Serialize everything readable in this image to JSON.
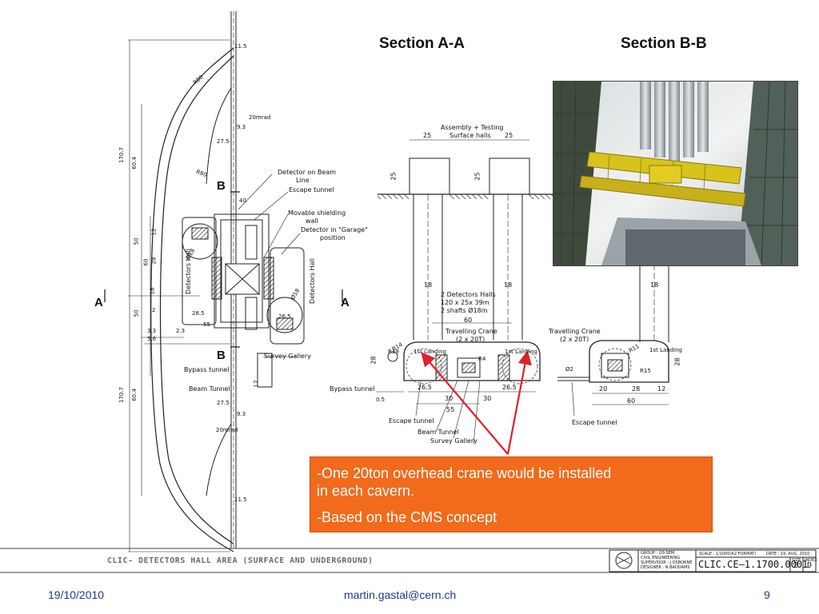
{
  "titles": {
    "section_aa": "Section A-A",
    "section_bb": "Section B-B"
  },
  "plan": {
    "labels": {
      "r80_top": "R80",
      "r80_mid": "R80",
      "mrad_top": "20mrad",
      "mrad_bottom": "20mrad",
      "dim_11_5_top": "11.5",
      "dim_11_5_bottom": "11.5",
      "dim_9_3_top": "9.3",
      "dim_9_3_bottom": "9.3",
      "dim_27_5_top": "27.5",
      "dim_27_5_bottom": "27.5",
      "dim_170_7_top": "170.7",
      "dim_170_7_bottom": "170.7",
      "dim_60_4_top": "60.4",
      "dim_60_4_bottom": "60.4",
      "dim_50_top": "50",
      "dim_50_bottom": "50",
      "dim_28": "28",
      "dim_18": "18",
      "dim_60": "60",
      "dim_12": "12",
      "dim_2": "2",
      "dim_28_5": "28.5",
      "dim_55": "55",
      "dim_3_3": "3.3",
      "dim_5_6": "5.6",
      "dim_2_3": "2.3",
      "dim_26_5": "26.5",
      "dim_17": "17",
      "dim_40": "40",
      "phi_18_left": "Ø18",
      "phi_18_right": "Ø18",
      "section_a_left": "A",
      "section_a_right": "A",
      "section_b_top": "B",
      "section_b_bottom": "B",
      "detector_on_beam": "Detector on Beam",
      "line": "Line",
      "escape_tunnel": "Escape tunnel",
      "movable_shielding": "Movable shielding",
      "wall": "wall",
      "detector_garage": "Detector in \"Garage\"",
      "position": "position",
      "detectors_hall_left": "Detectors Hall",
      "detectors_hall_right": "Detectors Hall",
      "survey_gallery": "Survey Gallery",
      "bypass_tunnel": "Bypass tunnel",
      "beam_tunnel": "Beam Tunnel"
    }
  },
  "section_aa": {
    "labels": {
      "assembly": "Assembly + Testing",
      "surface_halls": "Surface halls",
      "dim_25_a": "25",
      "dim_25_b": "25",
      "dim_25_vl": "25",
      "dim_25_vr": "25",
      "dim_18_l": "18",
      "dim_18_r": "18",
      "halls_note_1": "2 Detectors Halls",
      "halls_note_2": "120 x 25x 39m",
      "halls_note_3": "2 shafts Ø18m",
      "dim_60": "60",
      "travelling_crane": "Travelling Crane",
      "crane_cap": "(2 x 20T)",
      "r14": "R14",
      "r4": "R4",
      "ist_left": "1st Landing",
      "ist_right": "1st Landing",
      "dim_26_5_l": "26.5",
      "dim_30_l": "30",
      "dim_30_r": "30",
      "dim_26_5_r": "26.5",
      "dim_55": "55",
      "dim_28": "28",
      "dim_0_5": "0.5",
      "r39": "R39",
      "bypass_tunnel": "Bypass tunnel",
      "escape_tunnel": "Escape tunnel",
      "beam_tunnel": "Beam Tunnel",
      "survey_gallery": "Survey Gallery"
    }
  },
  "section_bb": {
    "labels": {
      "dim_18": "18",
      "travelling_crane": "Travelling Crane",
      "crane_cap": "(2 x 20T)",
      "r11": "R11",
      "ist": "1st Landing",
      "r15": "R15",
      "dim_28": "28",
      "phi_2": "Ø2",
      "dim_20": "20",
      "dim_28_h": "28",
      "dim_12": "12",
      "dim_60": "60",
      "escape_tunnel": "Escape tunnel"
    }
  },
  "callout": {
    "line1": "-One 20ton overhead crane would be installed",
    "line2": "in each cavern.",
    "line3": "-Based on the CMS concept"
  },
  "titleblock": {
    "title": "CLIC- DETECTORS HALL AREA (SURFACE AND UNDERGROUND)",
    "group": "GROUP : GS-SEM",
    "civil": "CIVIL ENGINEERING",
    "supervisor": "SUPERVISOR : J.OSBORNE",
    "designer": "DESIGNER : N.BADDAMS",
    "scale": "SCALE : 1/1000(A2 FORMAT)",
    "date": "DATE : 19. AUG. 2010",
    "code": "CLIC.CE–1.1700.0001",
    "size_label": "SIZE",
    "size_val": "2",
    "index_label": "INDEX",
    "index_val": "D"
  },
  "footer": {
    "date": "19/10/2010",
    "email": "martin.gastal@cern.ch",
    "page": "9"
  },
  "colors": {
    "callout_bg": "#f26a1b",
    "footer_text": "#1f3a8a",
    "arrow": "#e0202a"
  }
}
